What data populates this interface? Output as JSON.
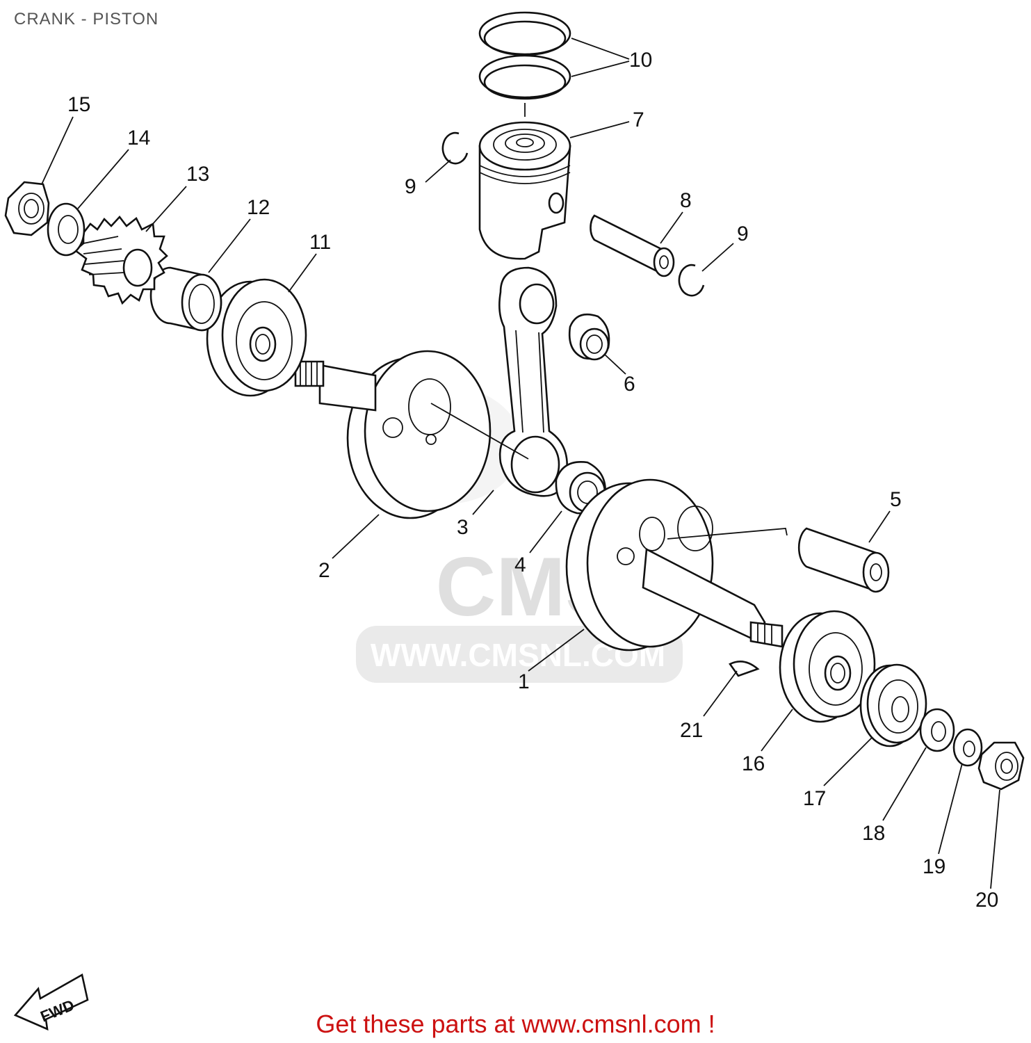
{
  "title": "CRANK - PISTON",
  "footer": "Get these parts at www.cmsnl.com !",
  "watermark": {
    "text": "WWW.CMSNL.COM",
    "logo": "CMS",
    "color": "#d9d9d9"
  },
  "fwd": "FWD",
  "accent_color": "#cc1111",
  "callouts": [
    "1",
    "2",
    "3",
    "4",
    "5",
    "6",
    "7",
    "8",
    "9",
    "9",
    "10",
    "11",
    "12",
    "13",
    "14",
    "15",
    "16",
    "17",
    "18",
    "19",
    "20",
    "21"
  ]
}
